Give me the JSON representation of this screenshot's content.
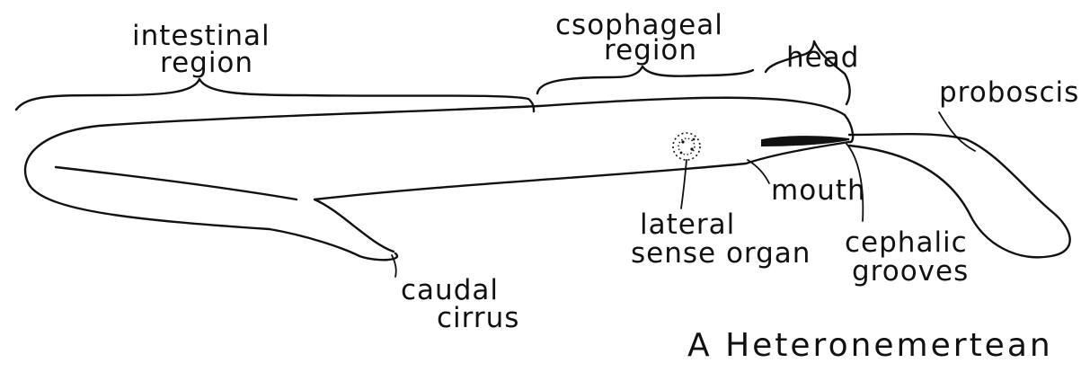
{
  "labels": {
    "intestinal_1": "intestinal",
    "intestinal_2": "region",
    "esophageal_1": "csophageal",
    "esophageal_2": "region",
    "head": "head",
    "proboscis": "proboscis",
    "mouth": "mouth",
    "lateral_1": "lateral",
    "lateral_2": "sense organ",
    "cephalic_1": "cephalic",
    "cephalic_2": "grooves",
    "caudal_1": "caudal",
    "caudal_2": "cirrus"
  },
  "title": "A Heteronemertean"
}
